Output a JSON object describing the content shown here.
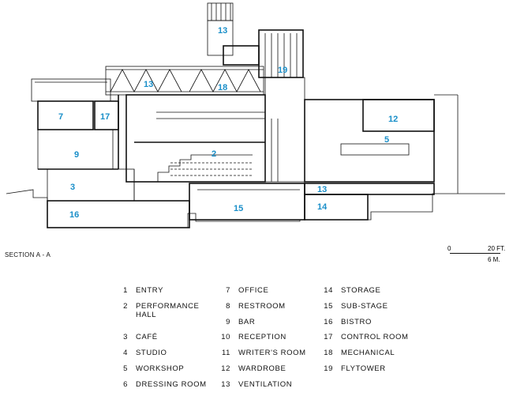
{
  "caption": "SECTION A - A",
  "scale": {
    "zero": "0",
    "feet": "20 FT.",
    "meters": "6 M."
  },
  "room_tags": [
    "13",
    "19",
    "13",
    "18",
    "7",
    "17",
    "12",
    "2",
    "9",
    "5",
    "3",
    "13",
    "15",
    "14",
    "16"
  ],
  "legend": [
    [
      {
        "num": "1",
        "label": "ENTRY"
      },
      {
        "num": "2",
        "label": "PERFORMANCE HALL"
      },
      {
        "num": "3",
        "label": "CAFÉ"
      },
      {
        "num": "4",
        "label": "STUDIO"
      },
      {
        "num": "5",
        "label": "WORKSHOP"
      },
      {
        "num": "6",
        "label": "DRESSING ROOM"
      }
    ],
    [
      {
        "num": "7",
        "label": "OFFICE"
      },
      {
        "num": "8",
        "label": "RESTROOM"
      },
      {
        "num": "9",
        "label": "BAR"
      },
      {
        "num": "10",
        "label": "RECEPTION"
      },
      {
        "num": "11",
        "label": "WRITER'S ROOM"
      },
      {
        "num": "12",
        "label": "WARDROBE"
      },
      {
        "num": "13",
        "label": "VENTILATION"
      }
    ],
    [
      {
        "num": "14",
        "label": "STORAGE"
      },
      {
        "num": "15",
        "label": "SUB-STAGE"
      },
      {
        "num": "16",
        "label": "BISTRO"
      },
      {
        "num": "17",
        "label": "CONTROL ROOM"
      },
      {
        "num": "18",
        "label": "MECHANICAL"
      },
      {
        "num": "19",
        "label": "FLYTOWER"
      }
    ]
  ],
  "colors": {
    "tag": "#1a8fc9",
    "line": "#111111"
  }
}
